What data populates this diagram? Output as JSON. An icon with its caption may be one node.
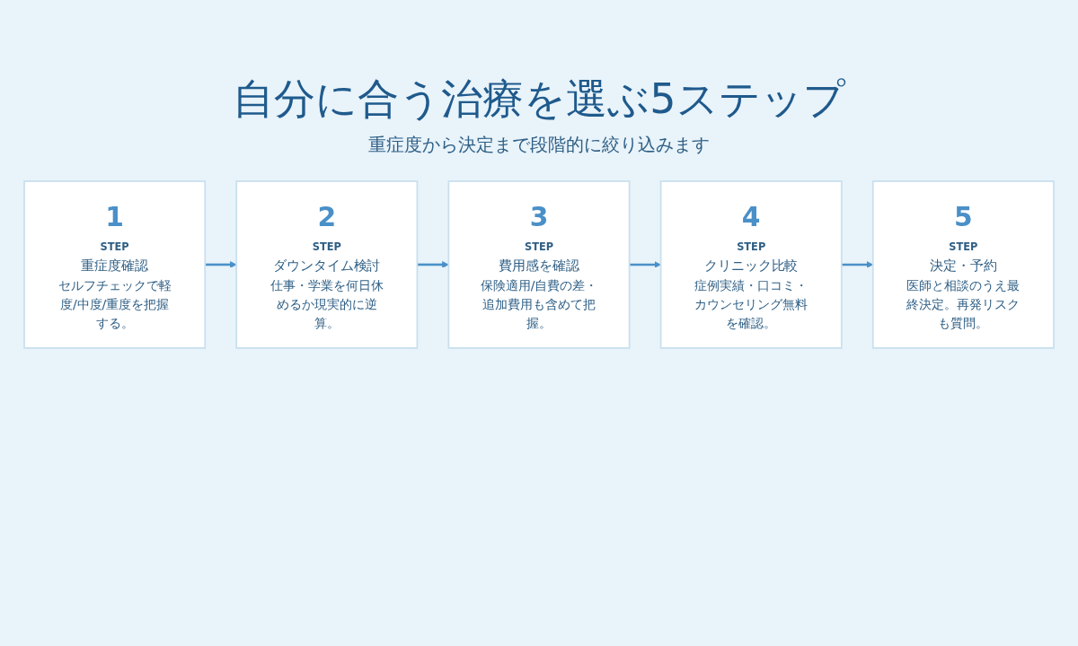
{
  "diagram": {
    "title": "自分に合う治療を選ぶ5ステップ",
    "nodes": [
      {
        "text": [
          "1",
          "STEP",
          "重症度確認",
          "セルフチェックで軽度/中度/重度を把握する。"
        ]
      },
      {
        "text": [
          "2",
          "STEP",
          "ダウンタイム検討",
          "仕事・学業を何日休めるか現実的に逆算。"
        ]
      },
      {
        "text": [
          "3",
          "STEP",
          "費用感を確認",
          "保険適用/自費の差・追加費用も含めて把握。"
        ]
      },
      {
        "text": [
          "4",
          "STEP",
          "クリニック比較",
          "症例実績・口コミ・カウンセリング無料を確認。"
        ]
      },
      {
        "text": [
          "5",
          "STEP",
          "決定・予約",
          "医師と相談のうえ最終決定。再発リスクも質問。"
        ]
      }
    ],
    "edges": [
      {
        "from": 0,
        "to": 1,
        "arrow": "to"
      },
      {
        "from": 1,
        "to": 2,
        "arrow": "to"
      },
      {
        "from": 2,
        "to": 3,
        "arrow": "to"
      },
      {
        "from": 3,
        "to": 4,
        "arrow": "to"
      }
    ],
    "labels": [
      "重症度から決定まで段階的に絞り込みます"
    ]
  }
}
